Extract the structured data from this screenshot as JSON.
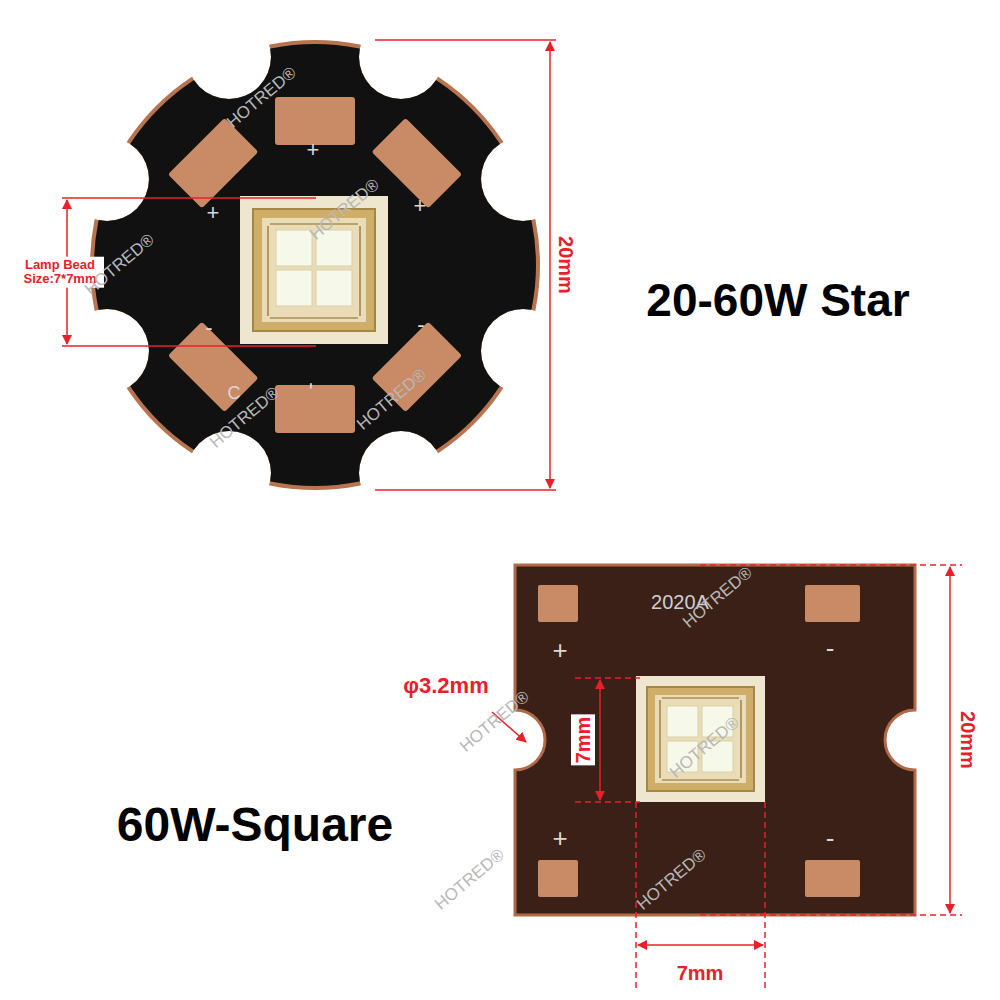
{
  "diagram": {
    "labels": [
      "Lamp Bead Size:7*7mm",
      "20mm",
      "20-60W Star",
      "+",
      "+",
      "+",
      "-",
      "-",
      "-",
      "C",
      "2020A",
      "+",
      "-",
      "+",
      "-",
      "φ3.2mm",
      "7mm",
      "20mm",
      "7mm",
      "60W-Square",
      "HOTRED®",
      "HOTRED®",
      "HOTRED®",
      "HOTRED®",
      "HOTRED®",
      "HOTRED®",
      "HOTRED®",
      "HOTRED®",
      "HOTRED®",
      "HOTRED®"
    ]
  }
}
